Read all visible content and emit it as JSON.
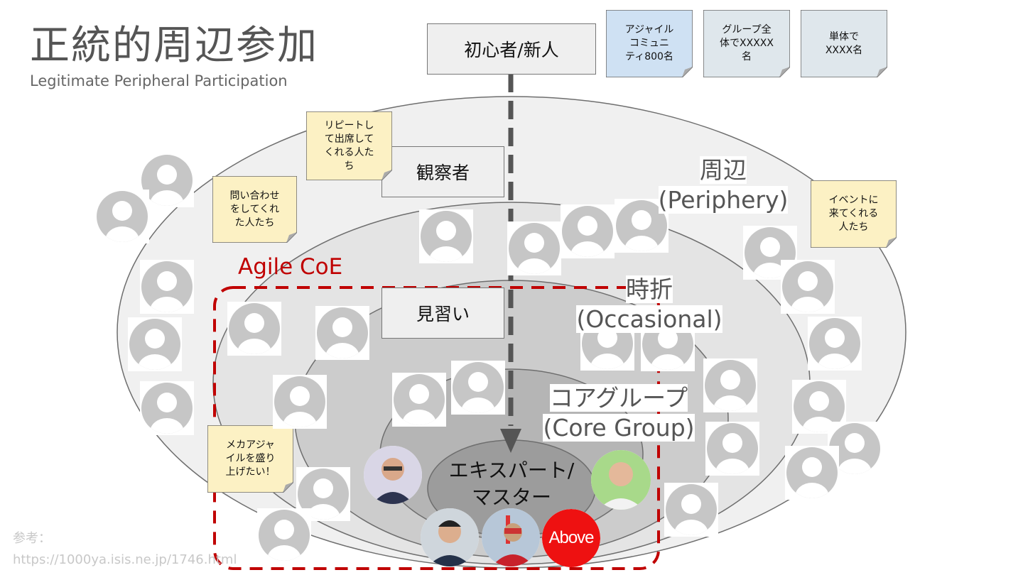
{
  "title": "正統的周辺参加",
  "subtitle": "Legitimate Peripheral Participation",
  "boxes": {
    "newcomer": "初心者/新人",
    "observer": "観察者",
    "apprentice": "見習い"
  },
  "notes": {
    "agile_community": "アジャイル\nコミュニ\nティ800名",
    "group_total": "グループ全\n体でXXXXX\n名",
    "single": "単体で\nXXXX名",
    "repeat": "リピートし\nて出席して\nくれる人た\nち",
    "inquiry": "問い合わせ\nをしてくれ\nた人たち",
    "event": "イベントに\n来てくれる\n人たち",
    "mecha": "メカアジャ\nイルを盛り\n上げたい！"
  },
  "labels": {
    "periphery": "周辺\n(Periphery)",
    "occasional": "時折\n(Occasional)",
    "core": "コアグループ\n(Core Group)",
    "agile_coe": "Agile CoE",
    "expert": "エキスパート/\nマスター"
  },
  "reference": "参考：\nhttps://1000ya.isis.ne.jp/1746.html",
  "above_logo": "Above",
  "colors": {
    "outer_ring": "#f0f0f0",
    "periphery_ring": "#e4e4e4",
    "occasional_ring": "#cccccc",
    "core_ring": "#b5b5b5",
    "center": "#9c9c9c",
    "coe_border": "#c00000",
    "note_yellow": "#fcf1c4",
    "note_blue": "#cfe1f3",
    "note_gray": "#dfe7ec"
  },
  "icons": {
    "person": "person-placeholder-icon",
    "arrow": "dashed-arrow-down-icon"
  }
}
